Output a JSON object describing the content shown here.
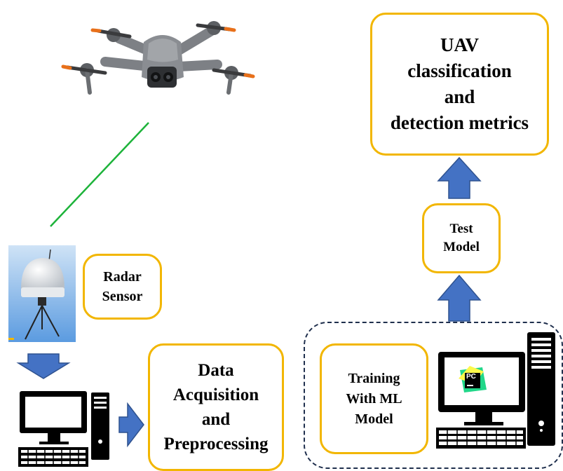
{
  "boxes": {
    "metrics": {
      "lines": [
        "UAV",
        "classification",
        "and",
        "detection metrics"
      ]
    },
    "test": {
      "lines": [
        "Test",
        "Model"
      ]
    },
    "radar": {
      "lines": [
        "Radar",
        "Sensor"
      ]
    },
    "data": {
      "lines": [
        "Data",
        "Acquisition",
        "and",
        "Preprocessing"
      ]
    },
    "training": {
      "lines": [
        "Training",
        "With ML",
        "Model"
      ]
    }
  },
  "icons": {
    "drone": "drone-icon",
    "radar": "radar-sensor-icon",
    "computer_left": "desktop-computer-icon",
    "computer_right": "desktop-computer-pycharm-icon",
    "pycharm_logo": "pycharm-logo-icon",
    "pycharm_text": "PC"
  },
  "colors": {
    "box_border": "#f2b600",
    "arrow": "#4472c4",
    "arrow_border": "#2f528f",
    "link_line": "#1db33a",
    "dashed_group": "#1f2f4d"
  }
}
